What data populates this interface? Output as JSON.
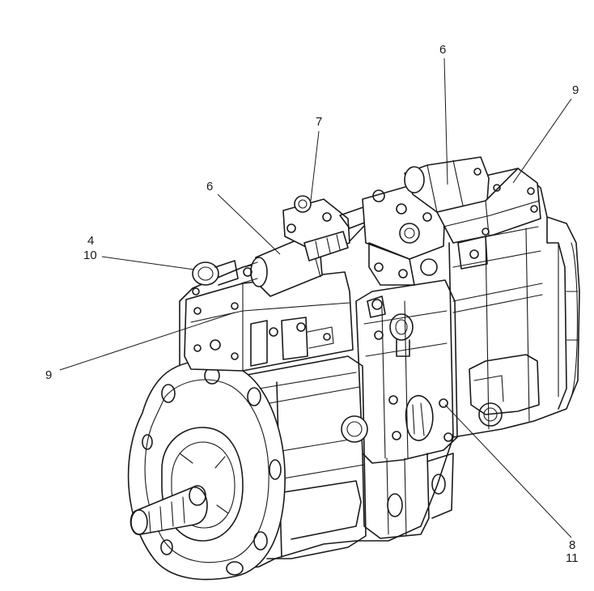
{
  "figure": {
    "callouts": {
      "c4": "4",
      "c10": "10",
      "c7": "7",
      "c6_left": "6",
      "c6_right": "6",
      "c9_top": "9",
      "c9_left": "9",
      "c8": "8",
      "c11": "11"
    }
  }
}
